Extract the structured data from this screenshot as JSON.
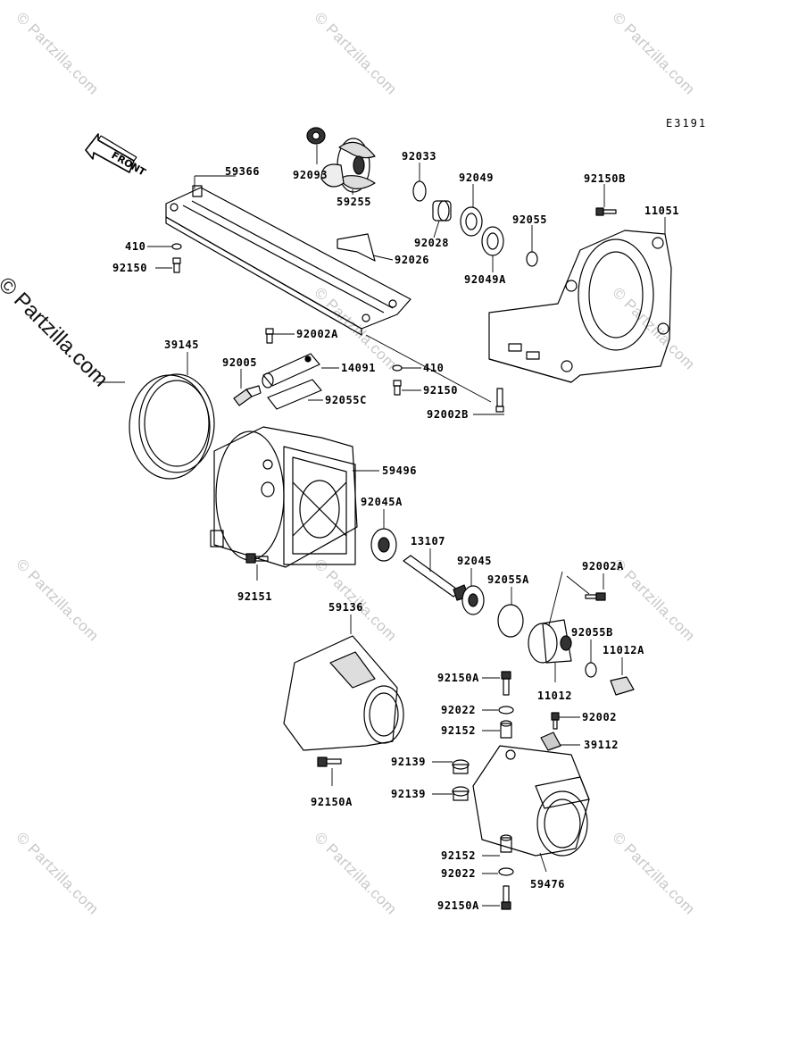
{
  "watermark_text": "© Partzilla.com",
  "side_watermark": "© Partzilla.com",
  "diagram_code": "E3191",
  "front_label": "FRONT",
  "labels": {
    "p92093": "92093",
    "p92033": "92033",
    "p92049": "92049",
    "p92150B": "92150B",
    "p11051": "11051",
    "p59366": "59366",
    "p59255": "59255",
    "p92028": "92028",
    "p92055": "92055",
    "p410a": "410",
    "p92150a": "92150",
    "p92026": "92026",
    "p92049A": "92049A",
    "p92002A_top": "92002A",
    "p39145": "39145",
    "p92005": "92005",
    "p14091": "14091",
    "p410b": "410",
    "p92150b": "92150",
    "p92055C": "92055C",
    "p92002B": "92002B",
    "p59496": "59496",
    "p92045A": "92045A",
    "p13107": "13107",
    "p92045": "92045",
    "p92002A_mid": "92002A",
    "p92055A": "92055A",
    "p92151": "92151",
    "p59136": "59136",
    "p92055B": "92055B",
    "p11012A": "11012A",
    "p92150A_1": "92150A",
    "p11012": "11012",
    "p92022_1": "92022",
    "p92002": "92002",
    "p92152_1": "92152",
    "p39112": "39112",
    "p92139_1": "92139",
    "p92150A_2": "92150A",
    "p92139_2": "92139",
    "p92152_2": "92152",
    "p59476": "59476",
    "p92022_2": "92022",
    "p92150A_3": "92150A"
  }
}
